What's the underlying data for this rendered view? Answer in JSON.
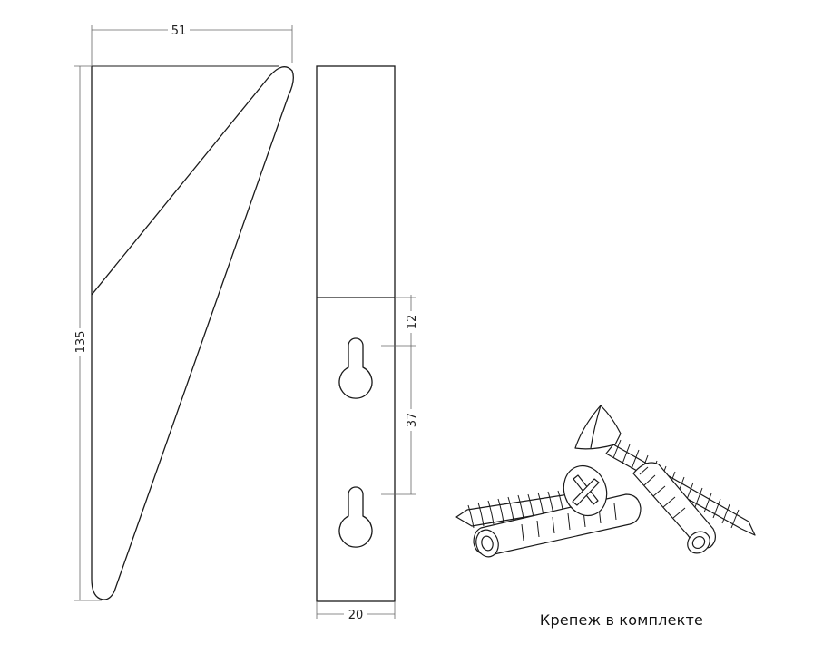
{
  "dimensions": {
    "width_top": "51",
    "height_side": "135",
    "spacing_top": "12",
    "spacing_holes": "37",
    "width_front": "20"
  },
  "caption": "Крепеж в комплекте",
  "colors": {
    "line": "#1a1a1a",
    "dim_line": "#666666",
    "text": "#222222",
    "background": "#ffffff"
  }
}
